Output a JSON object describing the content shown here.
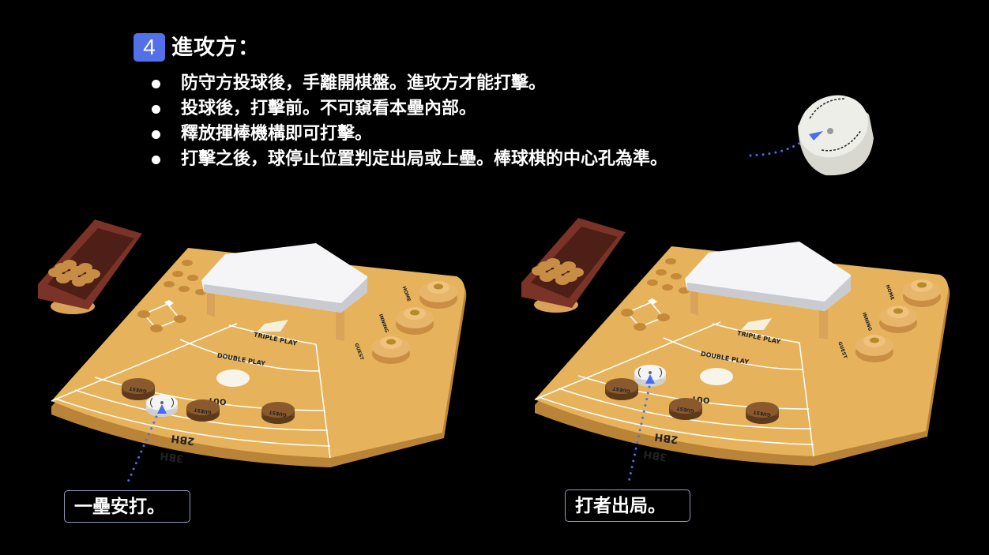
{
  "slide": {
    "step_number": "4",
    "title": "進攻方：",
    "bullets": [
      "防守方投球後，手離開棋盤。進攻方才能打擊。",
      "投球後，打擊前。不可窺看本壘內部。",
      "釋放揮棒機構即可打擊。",
      "打擊之後，球停止位置判定出局或上壘。棒球棋的中心孔為準。"
    ]
  },
  "boards": [
    {
      "callout": "一壘安打。"
    },
    {
      "callout": "打者出局。"
    }
  ],
  "board_labels": {
    "triple_play": "TRIPLE PLAY",
    "double_play": "DOUBLE PLAY",
    "out": "OUT",
    "double": "2BH",
    "triple": "3BH",
    "guest": "GUEST",
    "home": "HOME",
    "inning": "INNING"
  },
  "colors": {
    "accent": "#5470e8",
    "pointer": "#4a6cf0",
    "wood": "#e6b35c",
    "puck": "#8a5a2e",
    "tray": "#7a3326",
    "callout_border": "#8f9bb8"
  }
}
